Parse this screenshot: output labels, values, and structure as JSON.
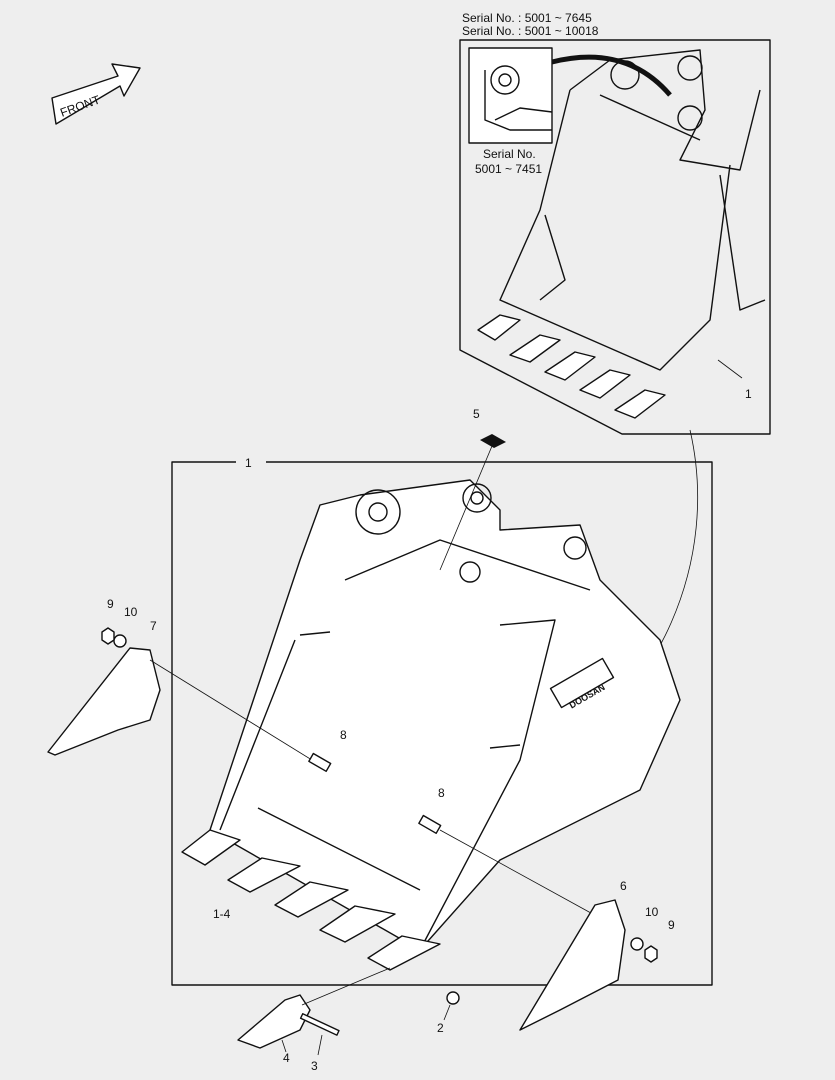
{
  "serial_header": [
    "Serial No. : 5001 ~ 7645",
    "Serial No. : 5001 ~ 10018"
  ],
  "inset_label": [
    "Serial No.",
    "5001 ~ 7451"
  ],
  "front_arrow": "FRONT",
  "callouts": {
    "inset_bucket": "1",
    "main_bucket": "1",
    "item_2": "2",
    "item_3": "3",
    "item_4": "4",
    "item_5": "5",
    "item_6": "6",
    "item_7": "7",
    "item_8_left": "8",
    "item_8_right": "8",
    "item_9_left": "9",
    "item_9_right": "9",
    "item_10_left": "10",
    "item_10_right": "10",
    "teeth_range": "1-4"
  },
  "logo_text": "DOOSAN"
}
